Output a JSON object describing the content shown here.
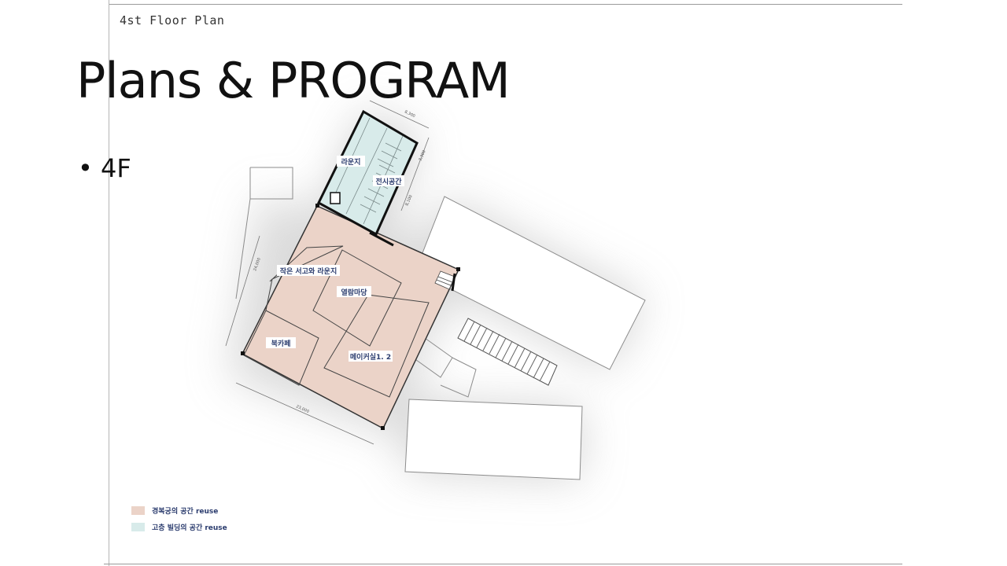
{
  "header": {
    "floor_label": "4st Floor Plan",
    "title": "Plans & PROGRAM"
  },
  "bullets": [
    {
      "text": "• 4F"
    }
  ],
  "plan": {
    "rooms": {
      "lounge_top": "라운지",
      "exhibition": "전시공간",
      "small_library_lounge": "작은 서고와 라운지",
      "reading_yard": "열람마당",
      "book_cafe": "북카페",
      "maker_room": "메이커실1. 2"
    },
    "dimensions": {
      "top": "8,300",
      "right_1": "3,300",
      "right_2": "8,100",
      "left": "24,000",
      "bottom": "23,000"
    },
    "colors": {
      "reuse_palace": "#ebd3c8",
      "reuse_highrise": "#d8ebea",
      "label_text": "#2b3c6e"
    }
  },
  "legend": [
    {
      "label": "경복궁의 공간 reuse",
      "color": "#ebd3c8"
    },
    {
      "label": "고층 빌딩의 공간 reuse",
      "color": "#d8ebea"
    }
  ]
}
